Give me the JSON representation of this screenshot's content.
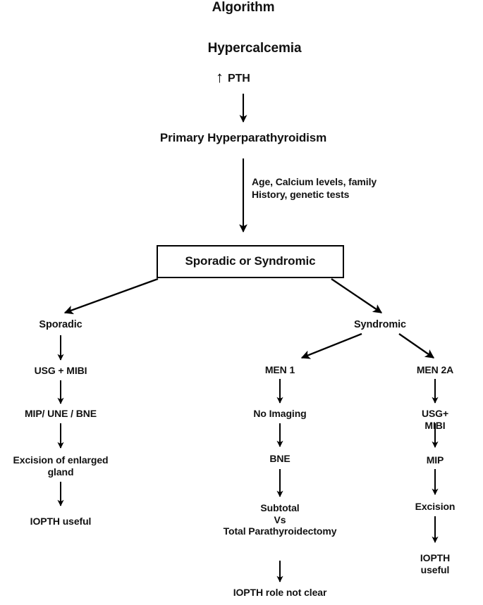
{
  "title": "Algorithm",
  "top": {
    "hypercalcemia": "Hypercalcemia",
    "pth_label": "PTH",
    "pth_arrow_glyph": "↑",
    "primary_hpt": "Primary Hyperparathyroidism",
    "criteria": "Age, Calcium levels, family\nHistory, genetic tests"
  },
  "decision_box": {
    "label": "Sporadic or Syndromic"
  },
  "branches": {
    "sporadic_label": "Sporadic",
    "syndromic_label": "Syndromic"
  },
  "columns": {
    "sporadic": {
      "header": "Sporadic",
      "steps": [
        "USG + MIBI",
        "MIP/ UNE / BNE",
        "Excision of enlarged\ngland",
        "IOPTH useful"
      ]
    },
    "men1": {
      "header": "MEN 1",
      "steps": [
        "No Imaging",
        "BNE",
        "Subtotal\nVs\nTotal Parathyroidectomy",
        "IOPTH role not clear"
      ]
    },
    "men2a": {
      "header": "MEN 2A",
      "steps": [
        "USG+ MIBI",
        "MIP",
        "Excision",
        "IOPTH useful"
      ]
    }
  },
  "style_colors": {
    "ink": "#000000",
    "background": "#ffffff"
  }
}
